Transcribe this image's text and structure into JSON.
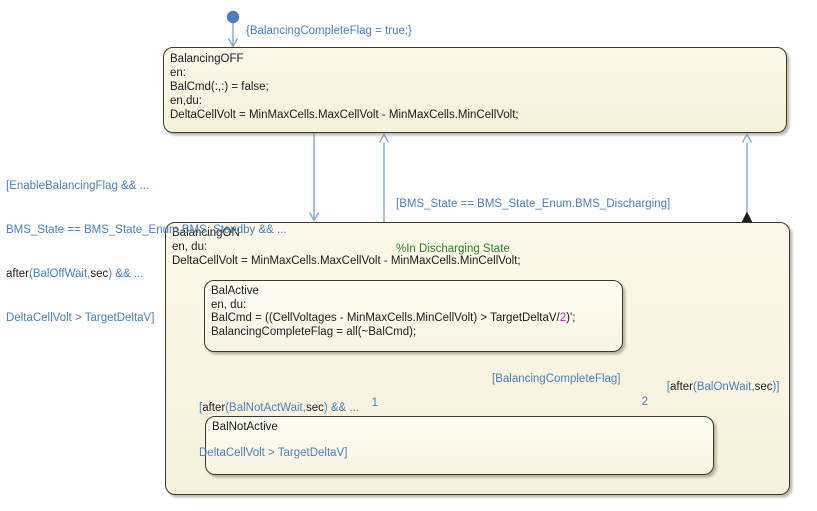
{
  "states": {
    "balancing_off": {
      "title": "BalancingOFF",
      "l1": "en:",
      "l2": "BalCmd(:,:) = false;",
      "l3": "en,du:",
      "l4": "DeltaCellVolt = MinMaxCells.MaxCellVolt - MinMaxCells.MinCellVolt;"
    },
    "balancing_on": {
      "title": "BalancingON",
      "l1": "en, du:",
      "l2": "DeltaCellVolt = MinMaxCells.MaxCellVolt - MinMaxCells.MinCellVolt;"
    },
    "bal_active": {
      "title": "BalActive",
      "l1": "en, du:",
      "l2_pre": "BalCmd = ((CellVoltages - MinMaxCells.MinCellVolt) > TargetDeltaV/",
      "l2_num": "2",
      "l2_post": ")';",
      "l3": "BalancingCompleteFlag = all(~BalCmd);"
    },
    "bal_not_active": {
      "title": "BalNotActive"
    }
  },
  "transitions": {
    "default_to_off": {
      "action": "{BalancingCompleteFlag = true;}"
    },
    "off_to_on": {
      "l1": "[EnableBalancingFlag && ...",
      "l2": "BMS_State == BMS_State_Enum.BMS_Standby && ...",
      "l3_kw1": "after",
      "l3_mid": "(BalOffWait,",
      "l3_kw2": "sec",
      "l3_end": ") && ...",
      "l4": "DeltaCellVolt > TargetDeltaV]"
    },
    "on_to_off": {
      "condition": "[BMS_State == BMS_State_Enum.BMS_Discharging]",
      "comment": "%In Discharging State"
    },
    "notactive_to_active": {
      "open": "[",
      "kw1": "after",
      "mid": "(BalNotActWait,",
      "kw2": "sec",
      "end": ") && ...",
      "l2": "DeltaCellVolt > TargetDeltaV]",
      "order": "1"
    },
    "active_to_notactive": {
      "condition": "[BalancingCompleteFlag]"
    },
    "notactive_to_exit": {
      "open": "[",
      "kw1": "after",
      "mid": "(BalOnWait,",
      "kw2": "sec",
      "end": ")]",
      "order": "2"
    }
  },
  "icons": {
    "exit_junction": "circled-x-icon",
    "default_transition_top": "filled-dot-icon",
    "default_transition_inner": "filled-dot-icon",
    "supertransition": "solid-arrow-with-bar-icon"
  },
  "colors": {
    "state_fill": "#F9F5E2",
    "substate_fill": "#FDFAEE",
    "state_border": "#3A392E",
    "wire_blue": "#88A9CC",
    "label_blue": "#4B80B8",
    "keyword_black": "#1C1C1C",
    "comment_green": "#2E7D2E",
    "number_magenta": "#C328C3",
    "junction_orange": "#D89B35",
    "dot_blue": "#4E7FBD"
  }
}
